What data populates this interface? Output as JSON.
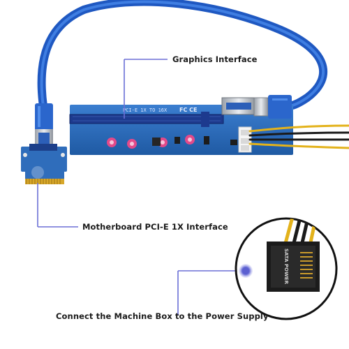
{
  "labels": {
    "graphics_interface": "Graphics Interface",
    "motherboard_interface": "Motherboard PCI-E 1X Interface",
    "power_supply": "Connect the Machine Box to the Power Supply"
  },
  "board_text": {
    "slot_label": "PCI-E 1X TO 16X",
    "certification": "FC CE"
  },
  "connector_text": "SATA POWER",
  "colors": {
    "cable": "#2f6fd8",
    "board": "#2a6ab5",
    "slot": "#1d3a8e",
    "accent_line": "#6b6fd6",
    "dot": "#5b5fd0",
    "capacitor": "#e24a8a",
    "wire_yellow": "#e3b21b",
    "wire_black": "#1a1a1a"
  }
}
